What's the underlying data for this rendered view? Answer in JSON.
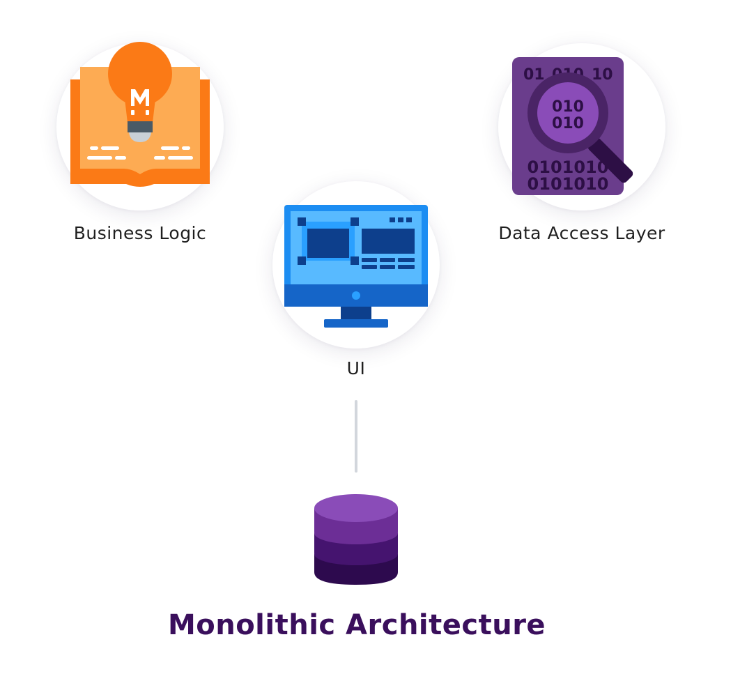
{
  "diagram": {
    "nodes": [
      {
        "id": "business-logic",
        "label": "Business Logic",
        "icon": "book-lightbulb-icon"
      },
      {
        "id": "ui",
        "label": "UI",
        "icon": "monitor-icon"
      },
      {
        "id": "data-access-layer",
        "label": "Data Access Layer",
        "icon": "binary-magnifier-icon"
      }
    ],
    "database_icon": "database-icon",
    "title": "Monolithic Architecture"
  },
  "colors": {
    "title": "#3a0f5c",
    "business_logic_orange": "#fb7a16",
    "ui_blue": "#1565c8",
    "data_access_purple": "#6a3d8c",
    "database_purple": "#8a4cb8"
  },
  "icon_glyphs": {
    "bulb_letter": "M",
    "binary_top": "010",
    "binary_row1": "0101010",
    "binary_row2": "0101010"
  }
}
